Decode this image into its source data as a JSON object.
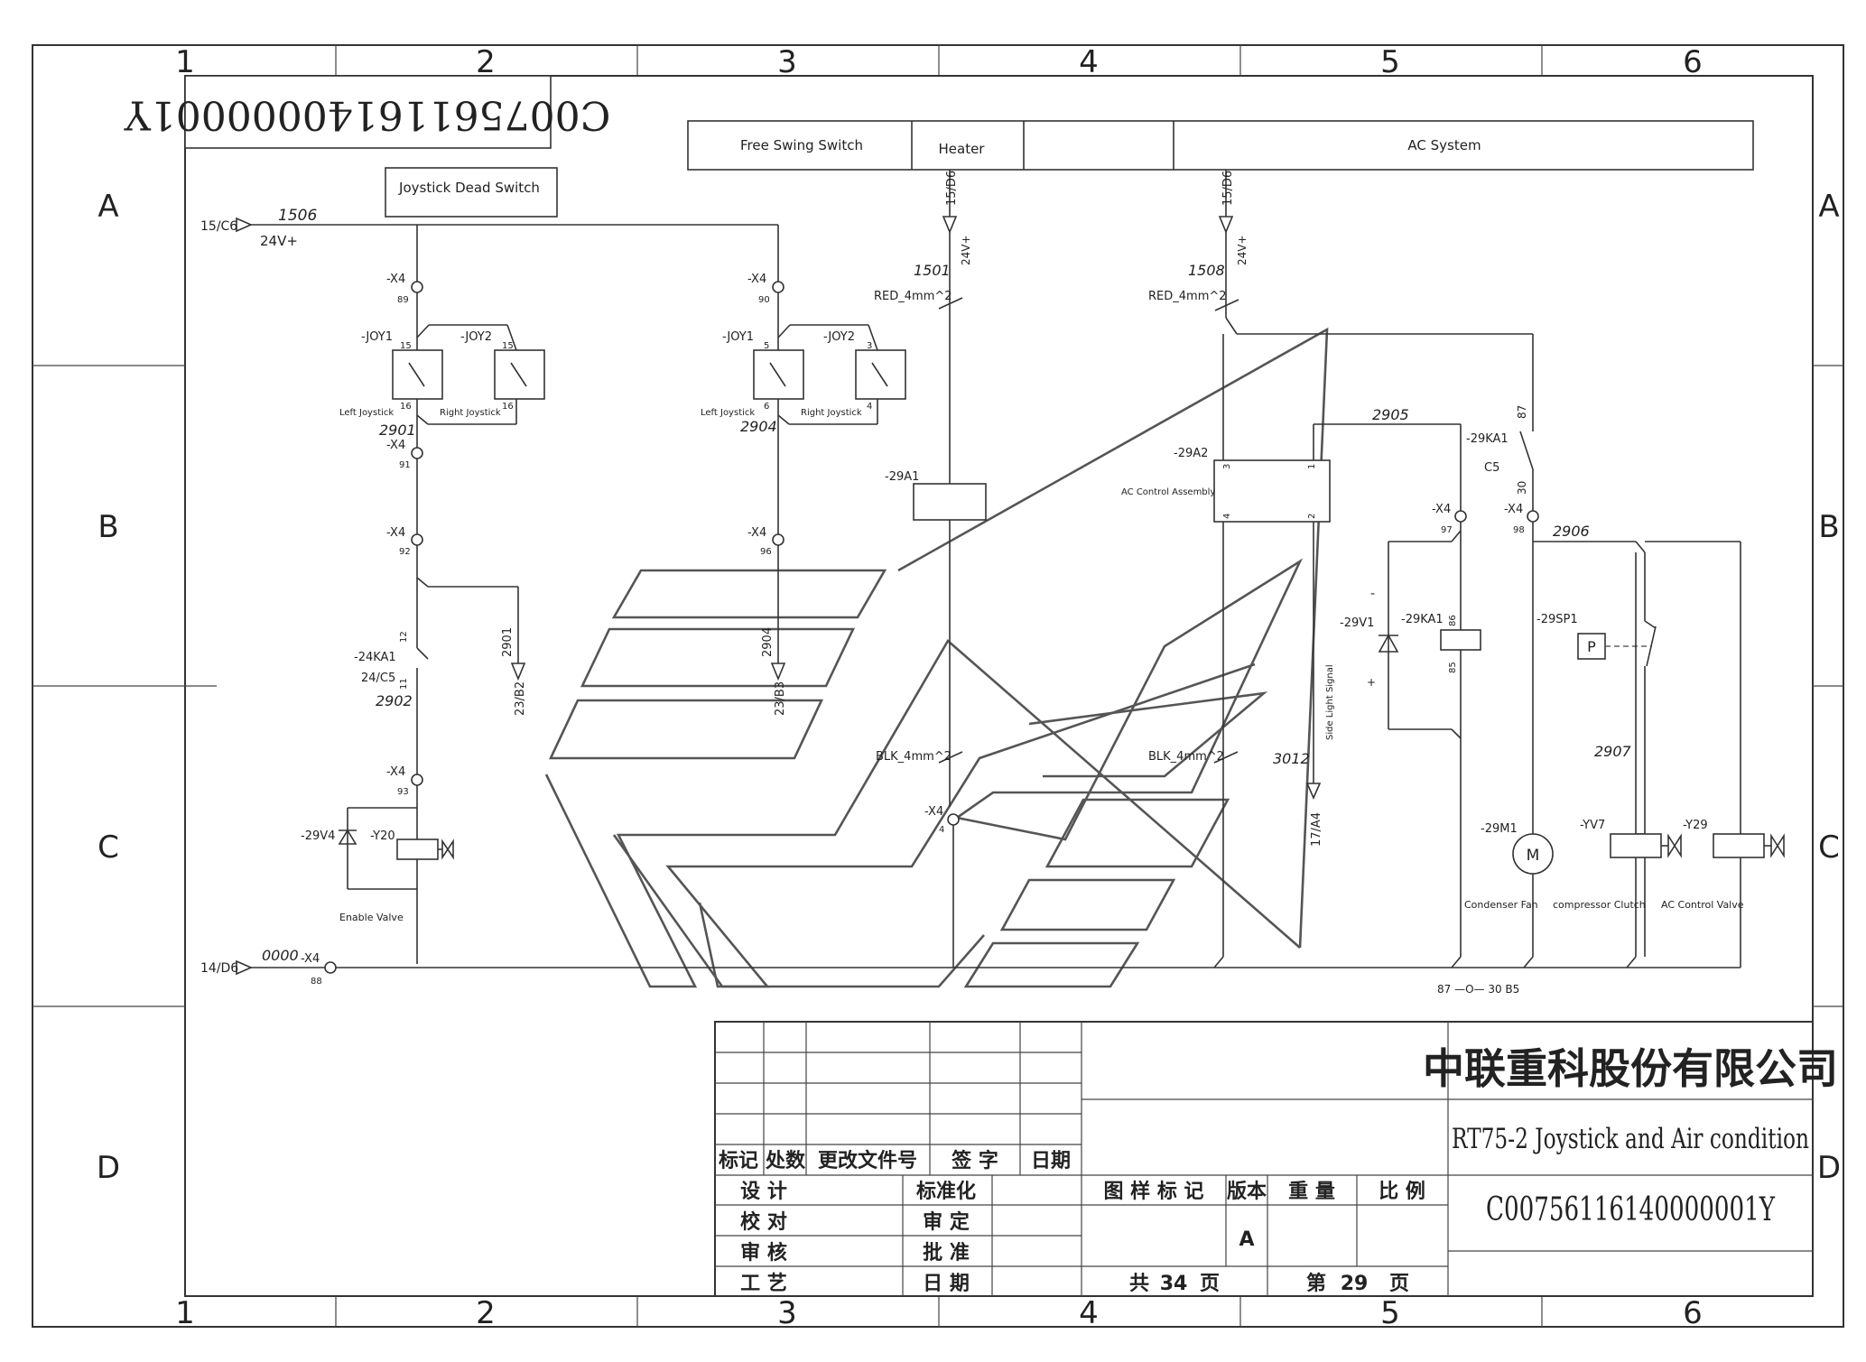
{
  "drawing": {
    "doc_code_flipped": "C00756116140000001Y",
    "grid": {
      "columns": [
        "1",
        "2",
        "3",
        "4",
        "5",
        "6"
      ],
      "rows": [
        "A",
        "B",
        "C",
        "D"
      ]
    },
    "sections": {
      "free_swing_switch": "Free Swing Switch",
      "heater": "Heater",
      "ac_system": "AC System",
      "joystick_dead_switch": "Joystick Dead Switch"
    },
    "refs": {
      "in_15_c6": "15/C6",
      "in_14_d6": "14/D6",
      "in_15_d6_a": "15/D6",
      "in_15_d6_b": "15/D6",
      "out_23_b2": "23/B2",
      "out_23_b3": "23/B3",
      "out_17_a4": "17/A4"
    },
    "wires": {
      "w1506": "1506",
      "w24v": "24V+",
      "w24v_a": "24V+",
      "w24v_b": "24V+",
      "w1501": "1501",
      "red_a": "RED_4mm^2",
      "w1508": "1508",
      "red_b": "RED_4mm^2",
      "w2901": "2901",
      "w2901_out": "2901",
      "w2904": "2904",
      "w2904_out": "2904",
      "w2902": "2902",
      "w0000": "0000",
      "w2905": "2905",
      "w2906": "2906",
      "w2907": "2907",
      "w3012": "3012",
      "blk_a": "BLK_4mm^2",
      "blk_b": "BLK_4mm^2"
    },
    "components": {
      "x4": "-X4",
      "x4_89": "89",
      "x4_90": "90",
      "x4_91": "91",
      "x4_92": "92",
      "x4_93": "93",
      "x4_96": "96",
      "x4_97": "97",
      "x4_98": "98",
      "x4_88": "88",
      "x4_4": "4",
      "joy1_a": "-JOY1",
      "joy2_a": "-JOY2",
      "joy1_b": "-JOY1",
      "joy2_b": "-JOY2",
      "pin15a": "15",
      "pin15b": "15",
      "pin16a": "16",
      "pin16b": "16",
      "pin5": "5",
      "pin3": "3",
      "pin6": "6",
      "pin4": "4",
      "left_joystick_a": "Left Joystick",
      "right_joystick_a": "Right Joystick",
      "left_joystick_b": "Left Joystick",
      "right_joystick_b": "Right Joystick",
      "ka24": "-24KA1",
      "ka24_ref": "24/C5",
      "pin12": "12",
      "pin11": "11",
      "v29_4": "-29V4",
      "y20": "-Y20",
      "enable_valve": "Enable Valve",
      "a29_1": "-29A1",
      "a29_2": "-29A2",
      "ac_control_assembly": "AC Control Assembly",
      "a2_pin1": "1",
      "a2_pin2": "2",
      "a2_pin3": "3",
      "a2_pin4": "4",
      "ka29": "-29KA1",
      "ka29_ref": "C5",
      "pin87": "87",
      "pin30": "30",
      "pin86": "86",
      "pin85": "85",
      "v29_1": "-29V1",
      "ka29_coil": "-29KA1",
      "sp29": "-29SP1",
      "sp_letter": "P",
      "side_light": "Side Light Signal",
      "m29": "-29M1",
      "m_letter": "M",
      "yv7": "-YV7",
      "y29": "-Y29",
      "condenser_fan": "Condenser Fan",
      "compressor_clutch": "compressor Clutch",
      "ac_control_valve": "AC Control Valve",
      "relay_legend": "87 —O— 30 B5",
      "minus": "-",
      "plus": "+"
    }
  },
  "title_block": {
    "company": "中联重科股份有限公司",
    "title": "RT75-2 Joystick and Air condition",
    "code": "C00756116140000001Y",
    "rev_headers": [
      "标记",
      "处数",
      "更改文件号",
      "签 字",
      "日期"
    ],
    "left_labels": [
      "设 计",
      "校 对",
      "审 核",
      "工 艺"
    ],
    "mid_labels": [
      "标准化",
      "审 定",
      "批 准",
      "日 期"
    ],
    "info_headers": [
      "图 样 标 记",
      "版本",
      "重 量",
      "比 例"
    ],
    "version": "A",
    "total_prefix": "共",
    "total_pages": "34",
    "page_suffix": "页",
    "current_prefix": "第",
    "current_page": "29",
    "current_suffix": "页"
  }
}
